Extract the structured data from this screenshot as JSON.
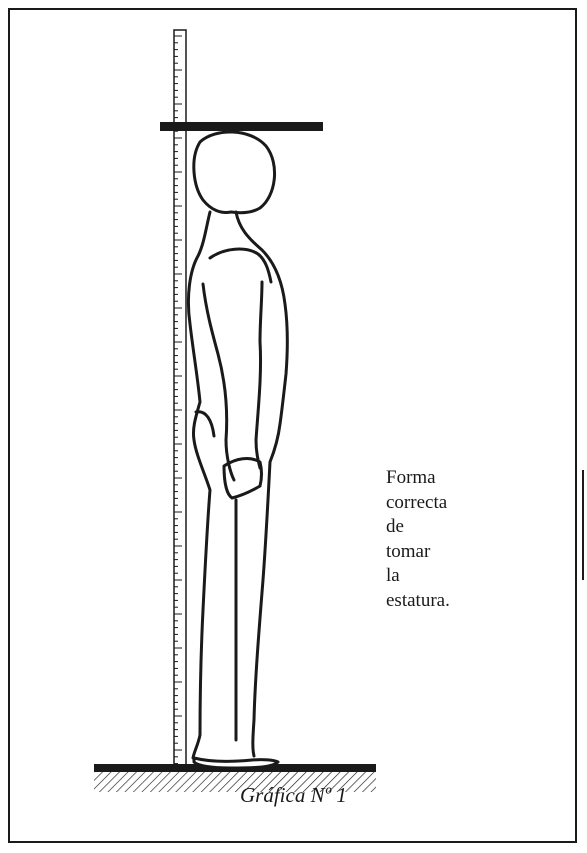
{
  "diagram": {
    "caption_lines": [
      "Forma",
      "correcta",
      "de",
      "tomar",
      "la",
      "estatura."
    ],
    "figure_label": "Gráfica Nº 1"
  },
  "colors": {
    "ink": "#1a1a1a",
    "background": "#ffffff"
  },
  "icons": [
    "person-silhouette",
    "measuring-rod",
    "headboard",
    "floor-hatching"
  ]
}
